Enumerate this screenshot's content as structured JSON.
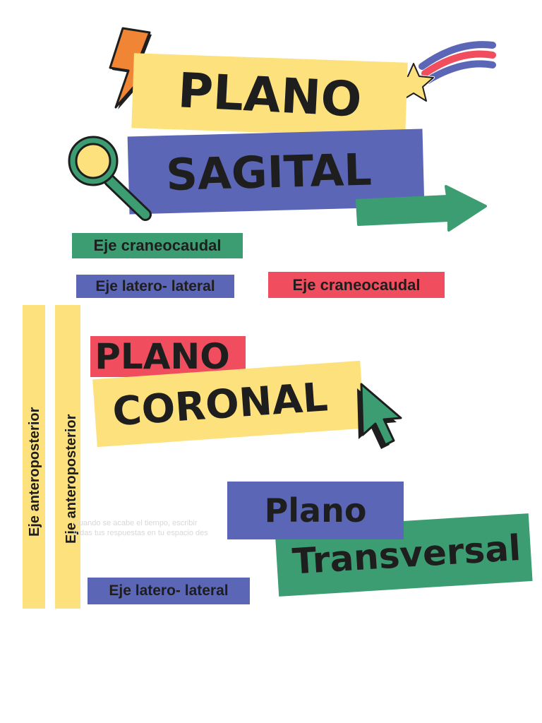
{
  "colors": {
    "yellow": "#fde17c",
    "blue": "#5b66b7",
    "green": "#3d9d72",
    "red": "#f04e5e",
    "orange": "#f08535",
    "text": "#1e1e1e"
  },
  "icons": {
    "lightning": "lightning-bolt-icon",
    "star": "shooting-star-icon",
    "magnifier": "magnifying-glass-icon",
    "arrow": "arrow-right-icon",
    "cursor": "cursor-pointer-icon"
  },
  "sagital": {
    "line1": "PLANO",
    "line2": "SAGITAL",
    "labels": {
      "craneocaudal_green": "Eje craneocaudal",
      "latero_lateral": "Eje latero- lateral",
      "craneocaudal_red": "Eje craneocaudal"
    }
  },
  "coronal": {
    "line1": "PLANO",
    "line2": "CORONAL"
  },
  "transversal": {
    "line1": "Plano",
    "line2": "Transversal",
    "label": "Eje latero- lateral"
  },
  "vertical_labels": {
    "left": "Eje anteroposterior",
    "right": "Eje anteroposterior"
  },
  "background_text": {
    "line1": "Cuando se acabe el tiempo, escribir",
    "line2": "todas tus respuestas en tu espacio des"
  }
}
